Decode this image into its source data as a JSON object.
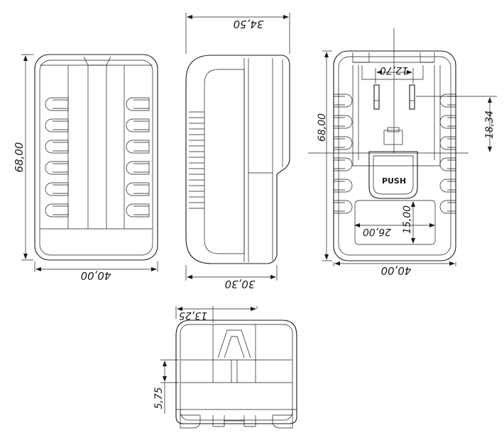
{
  "dimensions": {
    "front_height": "68,00",
    "front_width": "40,00",
    "side_depth_top": "34,50",
    "side_depth_bottom": "30,30",
    "back_height": "68,00",
    "back_width": "40,00",
    "back_prong_spacing": "12,70",
    "back_prong_offset": "18,34",
    "back_label_width": "26,00",
    "back_label_height": "15,00",
    "bottom_width_top": "13,25",
    "bottom_height": "5,75"
  },
  "labels": {
    "push_button": "PUSH"
  },
  "colors": {
    "line": "#1a1a1a",
    "background": "#ffffff"
  }
}
